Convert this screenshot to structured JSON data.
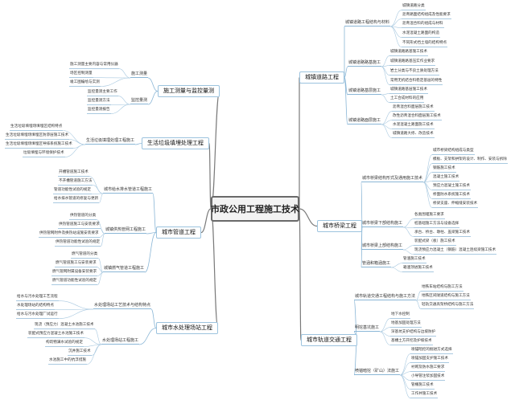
{
  "center": "市政公用工程施工技术",
  "branches": [
    {
      "title": "城镇道路工程",
      "subs": [
        {
          "label": "城镇道路工程结构与材料",
          "leaves": [
            "城镇道路分类",
            "沥青路面结构组成及性能要求",
            "沥青混合料的组成与材料",
            "水泥混凝土路面的构造",
            "不同形式挡土墙的结构特点"
          ]
        },
        {
          "label": "城镇道路路基施工",
          "leaves": [
            "城镇道路路基施工技术",
            "城镇道路路基压实作业要求",
            "岩土分类与不良土质处理方法",
            "常用无机结合料稳定基层的特性"
          ]
        },
        {
          "label": "城镇道路基层施工",
          "leaves": [
            "城镇道路基层施工技术",
            "土工合成材料的应用"
          ]
        },
        {
          "label": "城镇道路面层施工",
          "leaves": [
            "沥青混合料面层施工技术",
            "改性沥青混合料面层施工技术",
            "水泥混凝土路面施工技术",
            "城镇道路大修、改造技术"
          ]
        }
      ]
    },
    {
      "title": "城市桥梁工程",
      "subs": [
        {
          "label": "城市桥梁结构形式及通用施工技术",
          "leaves": [
            "城市桥梁结构组成与类型",
            "模板、支架和拱架的设计、制作、安装与拆除",
            "钢筋施工技术",
            "混凝土施工技术",
            "预应力混凝土施工技术",
            "桥面防水系统施工技术",
            "桥梁支座、伸缩缝安装技术"
          ]
        },
        {
          "label": "城市桥梁下部结构施工",
          "leaves": [
            "各类围堰施工要求",
            "桩基础施工方法与设备选择",
            "承台、桥台、墩柱、盖梁施工技术"
          ]
        },
        {
          "label": "城市桥梁上部结构施工",
          "leaves": [
            "装配式梁（板）施工技术",
            "现浇预应力混凝土（钢筋）混凝土连续梁施工技术"
          ]
        },
        {
          "label": "管涵和箱涵施工",
          "leaves": [
            "管涵施工技术",
            "箱涵顶进施工技术"
          ]
        }
      ]
    },
    {
      "title": "城市轨道交通工程",
      "subs": [
        {
          "label": "城市轨道交通工程结构与施工方法",
          "leaves": [
            "地铁车站结构与施工方法",
            "地铁区间隧道结构与施工方法",
            "轻轨交通高架桥结构与施工方法"
          ]
        },
        {
          "label": "明挖基坑施工",
          "leaves": [
            "地下水控制",
            "地基加固处理方法",
            "深基坑支护结构与边坡防护",
            "基槽土方开挖及护坡技术"
          ]
        },
        {
          "label": "喷锚暗挖（矿山）法施工",
          "leaves": [
            "喷锚暗挖的掘进方式选择",
            "喷锚加固支护施工技术",
            "衬砌及防水施工要求",
            "小导管注浆加固技术",
            "管棚施工技术",
            "工作井施工技术"
          ]
        }
      ]
    },
    {
      "title": "施工测量与监控量测",
      "subs": [
        {
          "label": "施工测量",
          "leaves": [
            "施工测量主要内容与常用仪器",
            "场区控制测量",
            "竣工图编绘与实测"
          ]
        },
        {
          "label": "监控量测",
          "leaves": [
            "监控量测主要工作",
            "监控量测方法",
            "监控量测报告"
          ]
        }
      ]
    },
    {
      "title": "生活垃圾填埋处理工程",
      "subs": [
        {
          "label": "生活垃圾填埋处理工程施工",
          "leaves": [
            "生活垃圾填埋场填埋区结构特点",
            "生活垃圾填埋场填埋区防渗层施工技术",
            "生活垃圾填埋场填埋区导排系统施工技术",
            "垃圾填埋与环境保护技术"
          ]
        }
      ]
    },
    {
      "title": "城市管道工程",
      "subs": [
        {
          "label": "城市给水排水管道工程施工",
          "leaves": [
            "开槽管道施工技术",
            "不开槽管道施工方法",
            "管道功能性试验的规定",
            "给水排水管道的修复与更新"
          ]
        },
        {
          "label": "城镇供热管网工程施工",
          "leaves": [
            "供热管道的分类",
            "供热管道施工与安装要求",
            "供热管网附件及换热站设施安装要求",
            "供热管道功能性试验的规定"
          ]
        },
        {
          "label": "城镇燃气管道工程施工",
          "leaves": [
            "燃气管道的分类",
            "燃气管道施工与安装要求",
            "燃气管网附属设备安装要求",
            "燃气管道功能性试验的规定"
          ]
        }
      ]
    },
    {
      "title": "城市水处理场站工程",
      "subs": [
        {
          "label": "水处理场站工艺技术与结构特点",
          "leaves": [
            "给水与污水处理工艺流程",
            "水处理场站的结构特点",
            "给水与污水处理厂试运行"
          ]
        },
        {
          "label": "水处理场站工程施工",
          "leaves": [
            "现浇（预应力）混凝土水池施工技术",
            "装配式预应力混凝土水池施工技术",
            "构筑物满水试验的规定",
            "沉井施工技术",
            "水池施工中的抗浮措施"
          ]
        }
      ]
    }
  ]
}
